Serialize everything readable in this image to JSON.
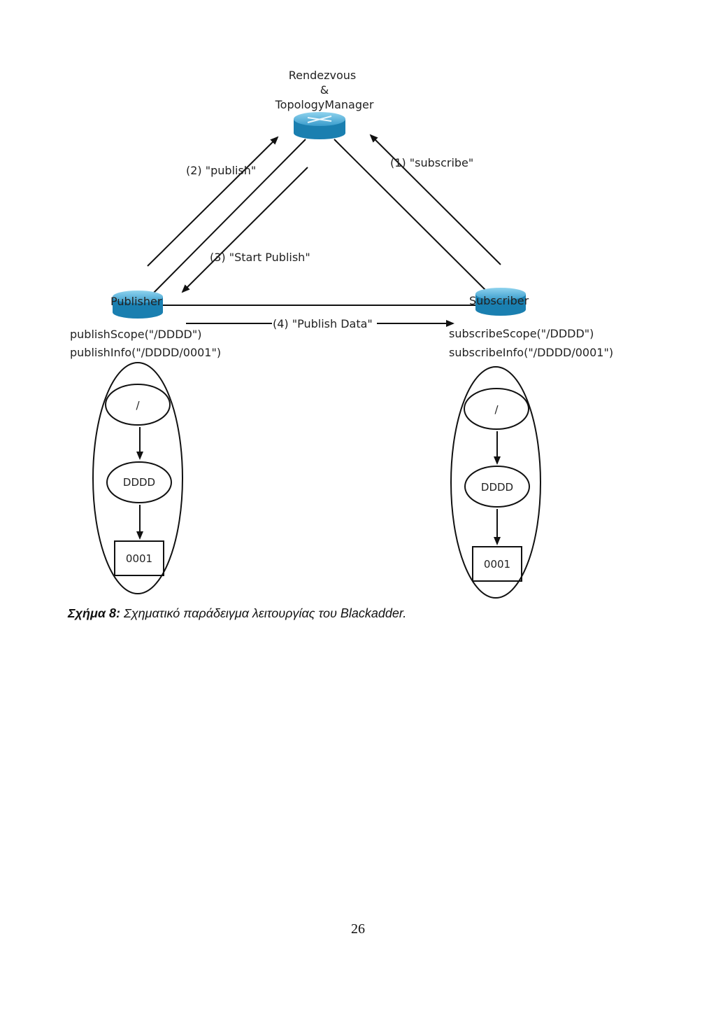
{
  "diagram": {
    "rendezvous_label": [
      "Rendezvous",
      "&",
      "TopologyManager"
    ],
    "publisher_label": "Publisher",
    "subscriber_label": "Subscriber",
    "arrows": {
      "subscribe": "(1) \"subscribe\"",
      "publish": "(2) \"publish\"",
      "start_publish": "(3) \"Start Publish\"",
      "publish_data": "(4) \"Publish Data\""
    },
    "publisher_calls": [
      "publishScope(\"/DDDD\")",
      "publishInfo(\"/DDDD/0001\")"
    ],
    "subscriber_calls": [
      "subscribeScope(\"/DDDD\")",
      "subscribeInfo(\"/DDDD/0001\")"
    ],
    "publisher_tree": {
      "root": "/",
      "scope": "DDDD",
      "item": "0001"
    },
    "subscriber_tree": {
      "root": "/",
      "scope": "DDDD",
      "item": "0001"
    },
    "colors": {
      "router_top": "#5ab4d6",
      "router_side": "#1a7fb0",
      "line": "#111111"
    }
  },
  "caption": {
    "label": "Σχήμα 8:",
    "text": " Σχηματικό παράδειγμα λειτουργίας του Blackadder."
  },
  "page_number": "26"
}
